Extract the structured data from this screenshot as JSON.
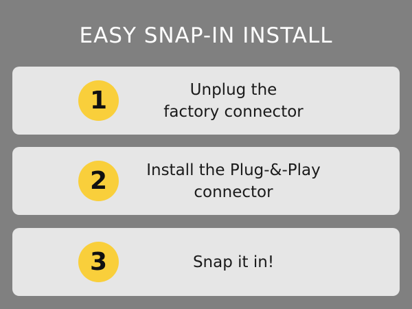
{
  "title": "EASY SNAP-IN INSTALL",
  "steps": [
    {
      "number": "1",
      "text": "Unplug the\nfactory connector"
    },
    {
      "number": "2",
      "text": "Install the Plug-&-Play\nconnector"
    },
    {
      "number": "3",
      "text": "Snap it in!"
    }
  ],
  "colors": {
    "background": "#808080",
    "card": "#e6e6e6",
    "badge": "#f9cf3b"
  }
}
